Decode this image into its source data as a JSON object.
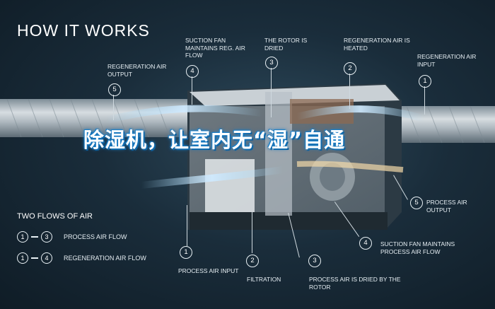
{
  "heading": "HOW IT WORKS",
  "banner": "除湿机，让室内无“湿”自通",
  "top_callouts": [
    {
      "num": "5",
      "label": "REGENERATION AIR OUTPUT"
    },
    {
      "num": "4",
      "label": "SUCTION FAN MAINTAINS REG. AIR FLOW"
    },
    {
      "num": "3",
      "label": "THE ROTOR IS DRIED"
    },
    {
      "num": "2",
      "label": "REGENERATION AIR IS HEATED"
    },
    {
      "num": "1",
      "label": "REGENERATION AIR INPUT"
    }
  ],
  "right_callouts": [
    {
      "num": "5",
      "label": "PROCESS AIR OUTPUT"
    },
    {
      "num": "4",
      "label": "SUCTION FAN MAINTAINS PROCESS AIR FLOW"
    }
  ],
  "bottom_callouts": [
    {
      "num": "1",
      "label": "PROCESS AIR INPUT"
    },
    {
      "num": "2",
      "label": "FILTRATION"
    },
    {
      "num": "3",
      "label": "PROCESS AIR IS DRIED BY THE ROTOR"
    }
  ],
  "legend": {
    "title": "TWO FLOWS OF AIR",
    "rows": [
      {
        "from": "1",
        "to": "3",
        "label": "PROCESS AIR FLOW"
      },
      {
        "from": "1",
        "to": "4",
        "label": "REGENERATION AIR FLOW"
      }
    ]
  }
}
